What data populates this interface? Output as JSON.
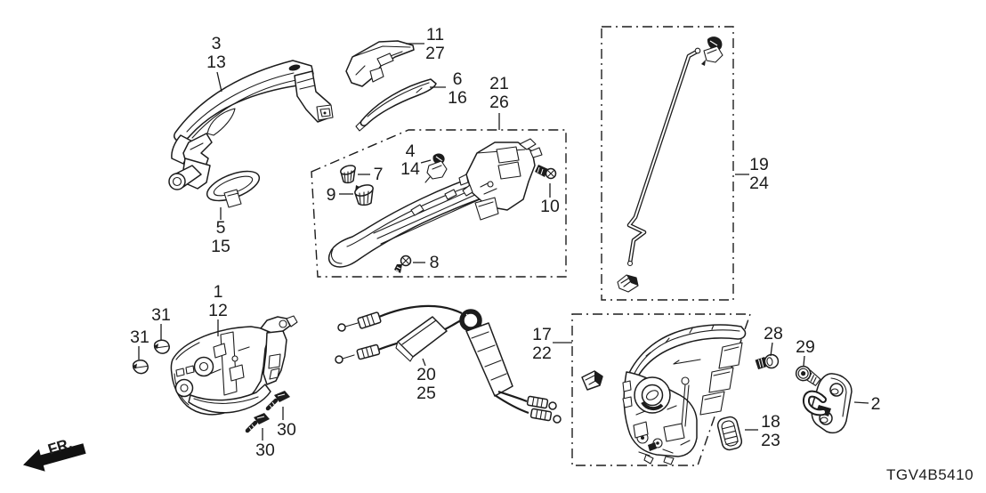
{
  "diagram": {
    "code": "TGV4B5410",
    "fr_label": "FR.",
    "colors": {
      "line": "#1c1c1c",
      "background": "#ffffff"
    }
  },
  "callouts": {
    "outer_handle": {
      "primary": "3",
      "secondary": "13"
    },
    "handle_cover": {
      "primary": "11",
      "secondary": "27"
    },
    "seal_strip": {
      "primary": "6",
      "secondary": "16"
    },
    "base_assembly": {
      "primary": "21",
      "secondary": "26"
    },
    "protector_clip": {
      "primary": "4",
      "secondary": "14"
    },
    "grommet_a": {
      "primary": "7"
    },
    "grommet_b": {
      "primary": "9"
    },
    "screw_10": {
      "primary": "10"
    },
    "screw_8": {
      "primary": "8"
    },
    "escutcheon": {
      "primary": "5",
      "secondary": "15"
    },
    "inner_handle": {
      "primary": "1",
      "secondary": "12"
    },
    "clip_31_upper": {
      "primary": "31"
    },
    "clip_31_lower": {
      "primary": "31"
    },
    "screw_30_right": {
      "primary": "30"
    },
    "screw_30_left": {
      "primary": "30"
    },
    "cable_assembly": {
      "primary": "20",
      "secondary": "25"
    },
    "latch_assembly": {
      "primary": "17",
      "secondary": "22"
    },
    "lock_rod": {
      "primary": "19",
      "secondary": "24"
    },
    "bolt_28": {
      "primary": "28"
    },
    "bolt_29": {
      "primary": "29"
    },
    "cushion": {
      "primary": "18",
      "secondary": "23"
    },
    "striker": {
      "primary": "2"
    }
  }
}
